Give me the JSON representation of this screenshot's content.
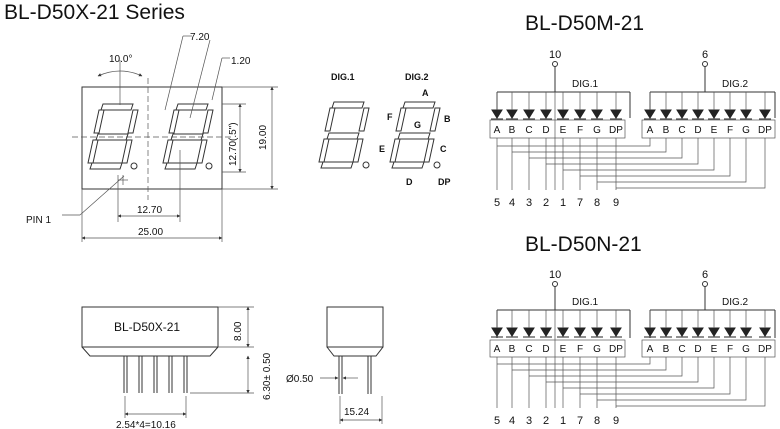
{
  "titles": {
    "series": "BL-D50X-21 Series",
    "m_part": "BL-D50M-21",
    "n_part": "BL-D50N-21"
  },
  "front_view": {
    "dim_angle": "10.0°",
    "dim_7_20": "7.20",
    "dim_1_20": "1.20",
    "dim_12_70_v": "12.70(.5\")",
    "dim_19_00": "19.00",
    "dim_12_70_h": "12.70",
    "dim_25_00": "25.00",
    "pin1": "PIN 1"
  },
  "segment_map": {
    "dig1": "DIG.1",
    "dig2": "DIG.2",
    "a": "A",
    "b": "B",
    "c": "C",
    "d": "D",
    "e": "E",
    "f": "F",
    "g": "G",
    "dp": "DP"
  },
  "side_view": {
    "part_label": "BL-D50X-21",
    "dim_8_00": "8.00",
    "dim_6_30": "6.30± 0.50",
    "dim_pitch": "2.54*4=10.16",
    "dim_dia": "Ø0.50",
    "dim_15_24": "15.24"
  },
  "schematic_m": {
    "common1": "10",
    "common2": "6",
    "dig1": "DIG.1",
    "dig2": "DIG.2",
    "segments": [
      "A",
      "B",
      "C",
      "D",
      "E",
      "F",
      "G",
      "DP"
    ],
    "pins": [
      "5",
      "4",
      "3",
      "2",
      "1",
      "7",
      "8",
      "9"
    ]
  },
  "schematic_n": {
    "common1": "10",
    "common2": "6",
    "dig1": "DIG.1",
    "dig2": "DIG.2",
    "segments": [
      "A",
      "B",
      "C",
      "D",
      "E",
      "F",
      "G",
      "DP"
    ],
    "pins": [
      "5",
      "4",
      "3",
      "2",
      "1",
      "7",
      "8",
      "9"
    ]
  }
}
